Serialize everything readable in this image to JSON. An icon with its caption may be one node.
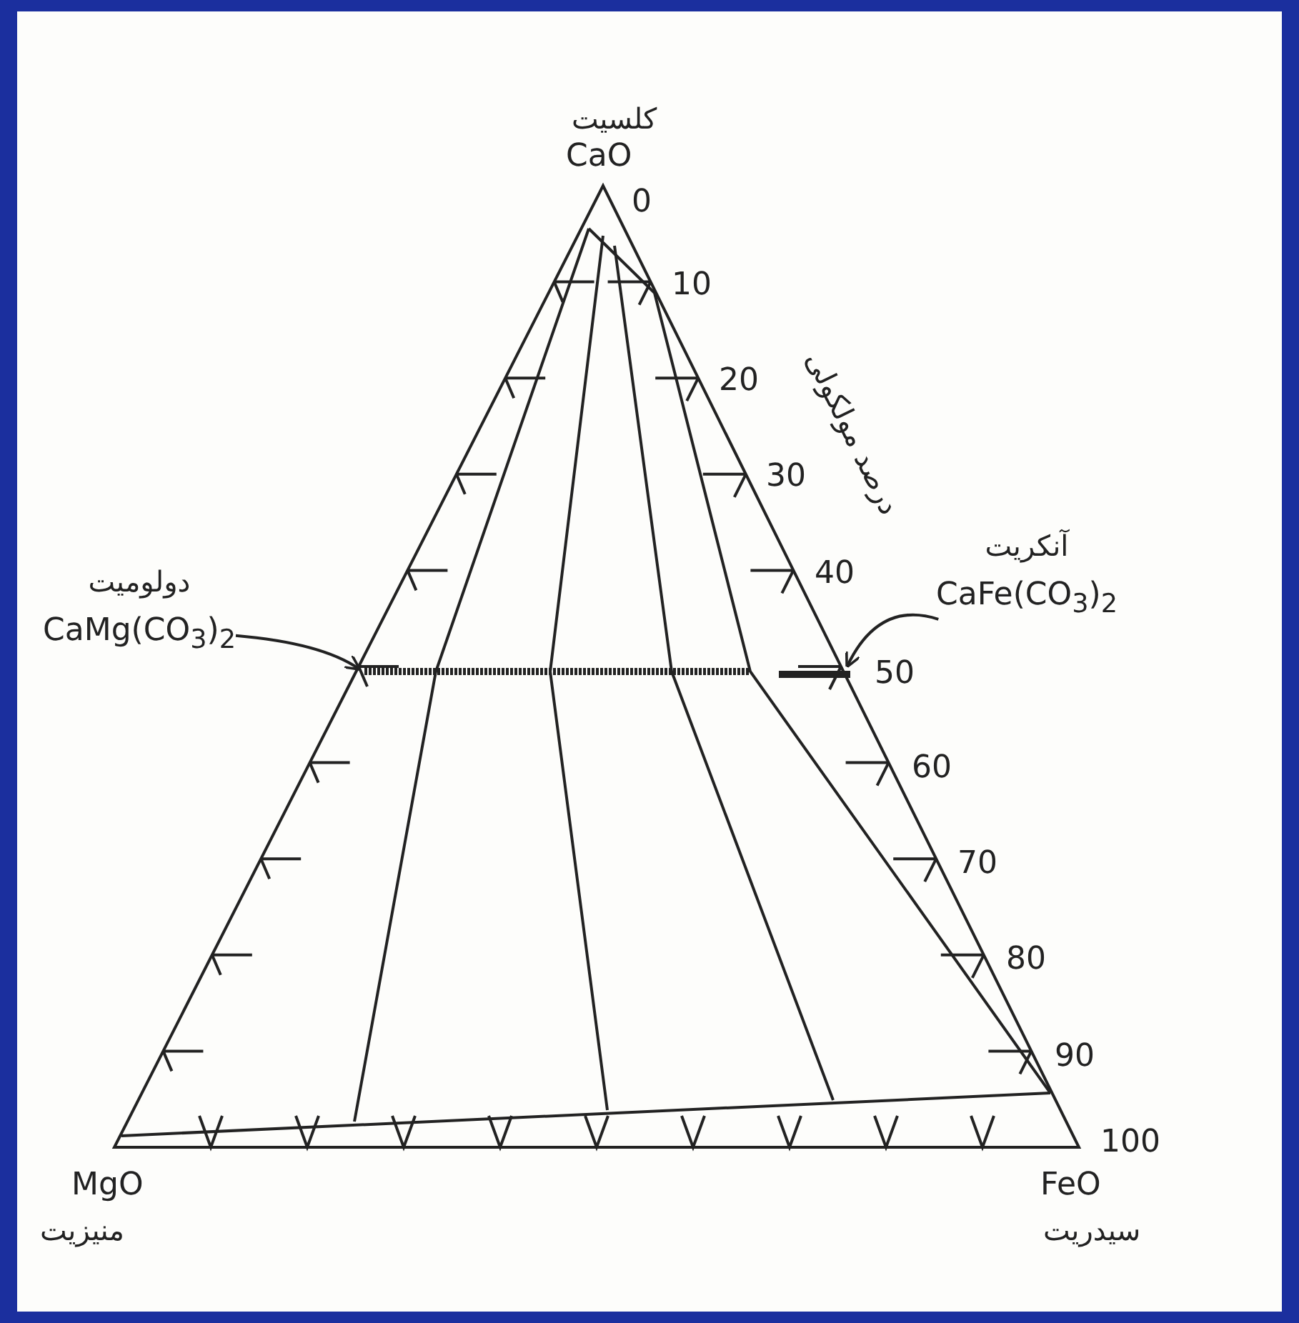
{
  "diagram": {
    "nodes": [
      {
        "text": [
          "دولومیت",
          "CaMg(CO$_{3}$)$_{2}$"
        ]
      },
      {
        "text": [
          "آنکریت",
          "CaFe(CO$_{3}$)$_{2}$"
        ]
      }
    ],
    "edges": [
      {
        "from": 0,
        "to": null,
        "arrow": "to"
      },
      {
        "from": 1,
        "to": null,
        "arrow": "to"
      }
    ],
    "labels": [
      "کلسیت",
      "CaO",
      "0",
      "10",
      "20",
      "30",
      "40",
      "50",
      "60",
      "70",
      "80",
      "90",
      "100",
      "درصد مولکولی",
      "MgO",
      "منیزیت",
      "FeO",
      "سیدریت"
    ]
  }
}
